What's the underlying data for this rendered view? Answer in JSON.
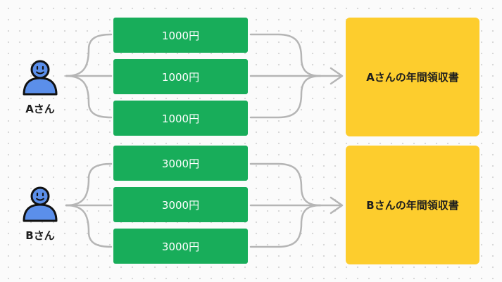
{
  "groups": [
    {
      "person": "Aさん",
      "amounts": [
        "1000円",
        "1000円",
        "1000円"
      ],
      "receipt": "Aさんの年間領収書"
    },
    {
      "person": "Bさん",
      "amounts": [
        "3000円",
        "3000円",
        "3000円"
      ],
      "receipt": "Bさんの年間領収書"
    }
  ],
  "colors": {
    "person_fill": "#5b8fea",
    "person_stroke": "#111111",
    "amount_box": "#18ad5a",
    "receipt_box": "#fdcd2d",
    "connector": "#b5b5b5",
    "background": "#fbfbfb"
  },
  "icons": {
    "person": "person-icon"
  }
}
